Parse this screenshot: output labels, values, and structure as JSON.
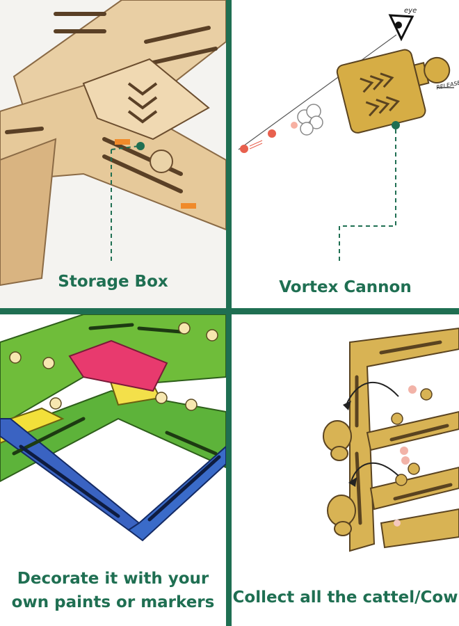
{
  "panels": {
    "storage_box": {
      "caption": "Storage Box"
    },
    "vortex_cannon": {
      "caption": "Vortex Cannon",
      "eye_label": "eye",
      "release_label": "RELEASE"
    },
    "decorate": {
      "caption_line1": "Decorate it with your",
      "caption_line2": "own paints or markers"
    },
    "collect": {
      "caption": "Collect all the cattel/Cow"
    }
  },
  "colors": {
    "accent": "#1f6f52",
    "wood": "#e8c89a",
    "wood_dark": "#b88a4e",
    "gold": "#d9b24a"
  }
}
